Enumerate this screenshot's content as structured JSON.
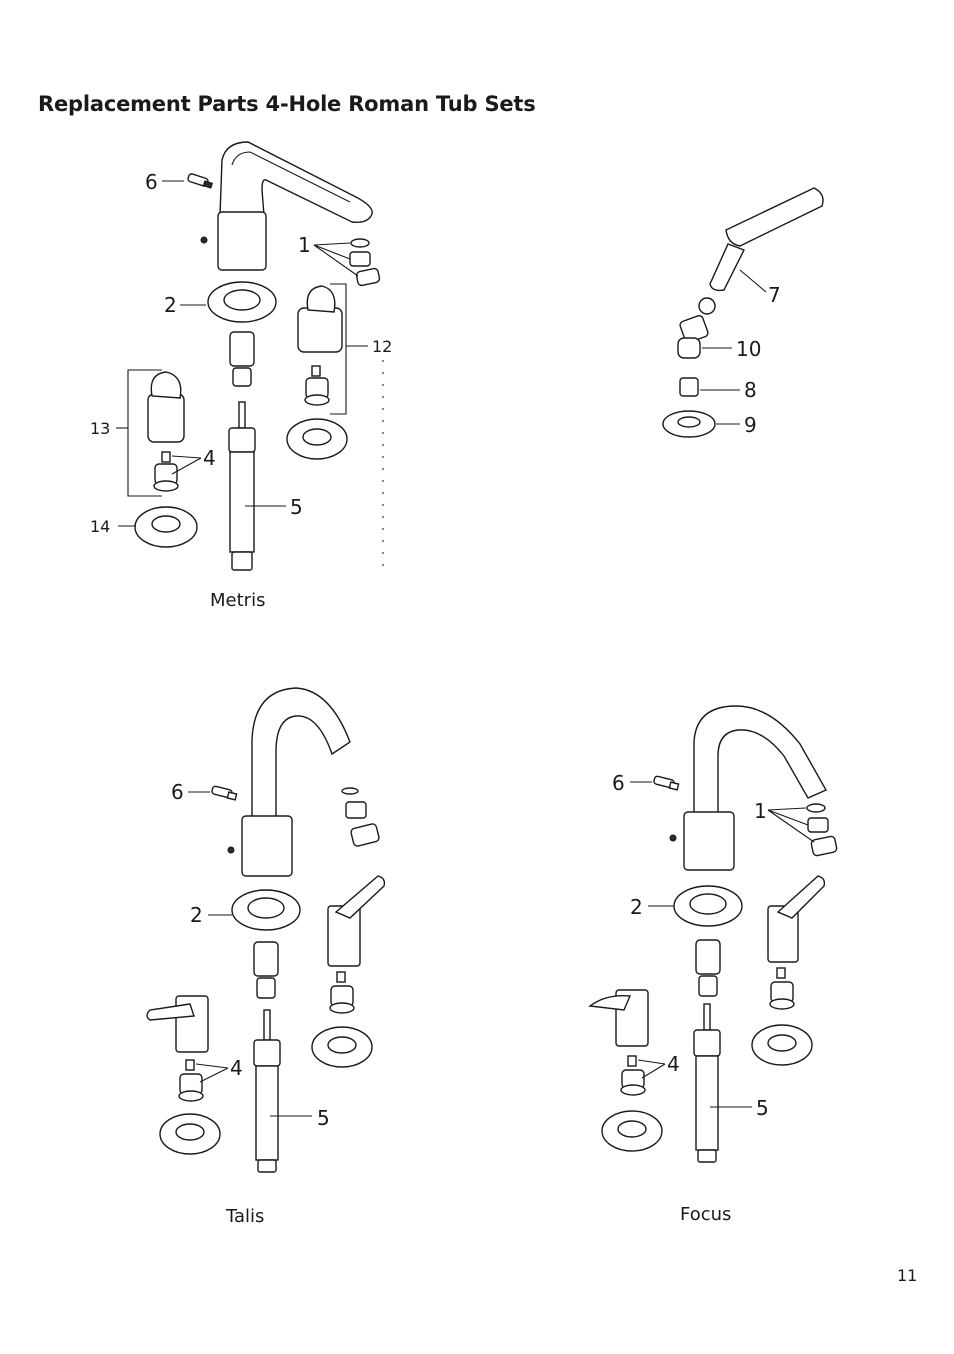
{
  "page": {
    "title": "Replacement Parts 4-Hole Roman Tub Sets",
    "page_number": "11"
  },
  "sections": {
    "metris": {
      "caption": "Metris",
      "callouts": {
        "c6": "6",
        "c1": "1",
        "c2": "2",
        "c12": "12",
        "c13": "13",
        "c4": "4",
        "c5": "5",
        "c14": "14"
      }
    },
    "handshower": {
      "callouts": {
        "c7": "7",
        "c10": "10",
        "c8": "8",
        "c9": "9"
      }
    },
    "talis": {
      "caption": "Talis",
      "callouts": {
        "c6": "6",
        "c2": "2",
        "c4": "4",
        "c5": "5"
      }
    },
    "focus": {
      "caption": "Focus",
      "callouts": {
        "c6": "6",
        "c1": "1",
        "c2": "2",
        "c4": "4",
        "c5": "5"
      }
    }
  }
}
